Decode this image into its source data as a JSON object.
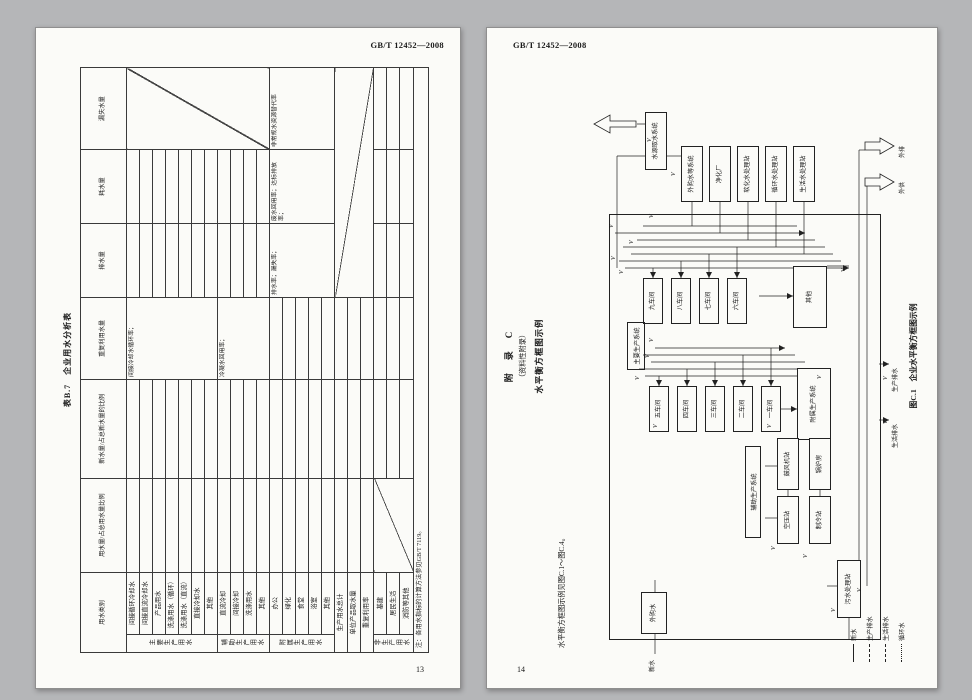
{
  "background": "#b5b6b8",
  "left_page": {
    "header": "GB/T 12452—2008",
    "page_number": "13",
    "table": {
      "title": "表B.7　企业用水分析表",
      "col_headers": [
        "用水类别",
        "用水量/占总用水量比例",
        "新水量/占总新水量的比例",
        "重复利用水量",
        "排水量",
        "耗水量",
        "漏失水量"
      ],
      "groups": [
        {
          "label": "主要生产用水",
          "items": [
            "间接循环冷却水",
            "间接直流冷却水",
            "产品用水",
            "洗涤用水（循环）",
            "洗涤用水（直流）",
            "直接冷却水",
            "其他"
          ]
        },
        {
          "label": "辅助生产用水",
          "items": [
            "直流冷却",
            "间接冷却",
            "洗涤用水",
            "其他"
          ]
        },
        {
          "label": "附属生产用水",
          "items": [
            "办公",
            "绿化",
            "食堂",
            "浴室",
            "其他"
          ]
        }
      ],
      "summary_rows": [
        "生产用水总计",
        "单位产品取水量",
        "重复利用率"
      ],
      "nonproduction": {
        "label": "非生产用水",
        "items": [
          "基建",
          "居民生活",
          "消防等其他"
        ]
      },
      "annotations": {
        "a1": "间接冷却水循环率；",
        "a2": "冷凝水回用率；",
        "a3": "排水率；漏失率；",
        "a4": "废水回用率；达标排放率；",
        "a5": "非常规水资源替代率"
      },
      "note": "注：各用水指标的计算方法参见GB/T 7119。"
    }
  },
  "right_page": {
    "header": "GB/T 12452—2008",
    "page_number": "14",
    "appendix": {
      "label": "附　录　C",
      "category": "（资料性附录）",
      "title": "水平衡方框图示例",
      "intro": "水平衡方框图示例见图C.1～图C.4。",
      "figure_caption": "图C.1　企业水平衡方框图示例"
    },
    "diagram": {
      "boxes": {
        "source": "水源取水系统",
        "purchase": "外购水等系统",
        "purify": "净化厂",
        "soften": "软化水处理站",
        "circulate": "循环水处理站",
        "domestic": "生活水处理站",
        "w9": "九车间",
        "w8": "八车间",
        "w7": "七车间",
        "w6": "六车间",
        "w5": "五车间",
        "w4": "四车间",
        "w3": "三车间",
        "w2": "二车间",
        "w1": "一车间",
        "other": "其他",
        "main_sys": "主要生产系统",
        "aux_sys": "辅助生产系统",
        "sub_sys": "附属生产系统",
        "blower": "鼓风机站",
        "boiler": "锅炉房",
        "air": "空压站",
        "chiller": "制冷站",
        "sewage": "污水处理站",
        "purchased": "外购水"
      },
      "labels": {
        "discharge": "外排",
        "supply": "外供",
        "prod_drain": "生产排水",
        "life_drain": "生活排水",
        "new_water": "新水",
        "flow": "V"
      },
      "legend": [
        {
          "style": "solid",
          "label": "新水"
        },
        {
          "style": "dashdot",
          "label": "生产排水"
        },
        {
          "style": "dashed",
          "label": "生活排水"
        },
        {
          "style": "dotted",
          "label": "循环水"
        }
      ]
    }
  }
}
